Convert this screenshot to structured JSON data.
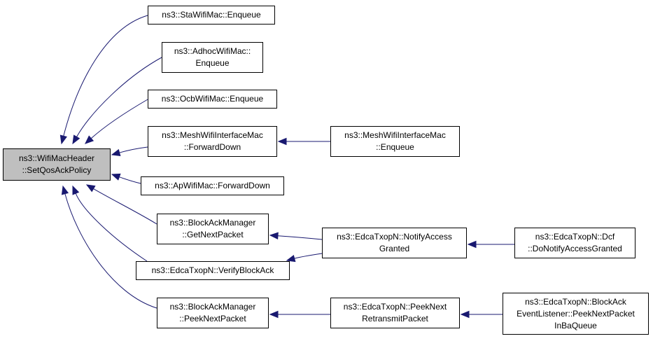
{
  "colors": {
    "edge": "#191970",
    "root_fill": "#bfbfbf",
    "node_fill": "#ffffff",
    "border": "#000000"
  },
  "nodes": {
    "root": {
      "lines": [
        "ns3::WifiMacHeader",
        "::SetQosAckPolicy"
      ]
    },
    "sta_enqueue": {
      "lines": [
        "ns3::StaWifiMac::Enqueue"
      ]
    },
    "adhoc_enqueue": {
      "lines": [
        "ns3::AdhocWifiMac::",
        "Enqueue"
      ]
    },
    "ocb_enqueue": {
      "lines": [
        "ns3::OcbWifiMac::Enqueue"
      ]
    },
    "mesh_forwarddown": {
      "lines": [
        "ns3::MeshWifiInterfaceMac",
        "::ForwardDown"
      ]
    },
    "mesh_enqueue": {
      "lines": [
        "ns3::MeshWifiInterfaceMac",
        "::Enqueue"
      ]
    },
    "ap_forwarddown": {
      "lines": [
        "ns3::ApWifiMac::ForwardDown"
      ]
    },
    "bam_getnext": {
      "lines": [
        "ns3::BlockAckManager",
        "::GetNextPacket"
      ]
    },
    "edca_notify": {
      "lines": [
        "ns3::EdcaTxopN::NotifyAccess",
        "Granted"
      ]
    },
    "dcf_donotify": {
      "lines": [
        "ns3::EdcaTxopN::Dcf",
        "::DoNotifyAccessGranted"
      ]
    },
    "edca_verify": {
      "lines": [
        "ns3::EdcaTxopN::VerifyBlockAck"
      ]
    },
    "bam_peeknext": {
      "lines": [
        "ns3::BlockAckManager",
        "::PeekNextPacket"
      ]
    },
    "edca_peekretx": {
      "lines": [
        "ns3::EdcaTxopN::PeekNext",
        "RetransmitPacket"
      ]
    },
    "ba_listener": {
      "lines": [
        "ns3::EdcaTxopN::BlockAck",
        "EventListener::PeekNextPacket",
        "InBaQueue"
      ]
    }
  }
}
